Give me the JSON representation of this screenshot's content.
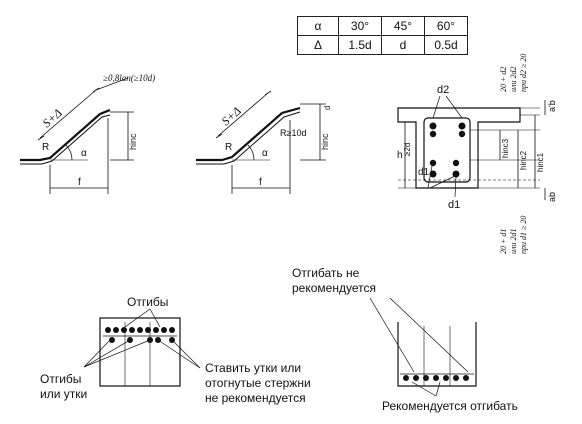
{
  "table": {
    "row1": [
      "α",
      "30°",
      "45°",
      "60°"
    ],
    "row2": [
      "Δ",
      "1.5d",
      "d",
      "0.5d"
    ]
  },
  "bend1": {
    "slant_label": "S+Δ",
    "anchor_label": "≥0,8lan(≥10d)",
    "radius_label": "R",
    "angle_label": "α",
    "height_label": "hinc",
    "span_label": "f"
  },
  "bend2": {
    "slant_label": "S+Δ",
    "radius_label": "R≥10d",
    "d_label": "d",
    "radius_small": "R",
    "angle_label": "α",
    "height_label": "hinc",
    "span_label": "f"
  },
  "section": {
    "d2_label": "d2",
    "d1_label": "d1",
    "d1_lower": "d1",
    "h_label": "h",
    "gap_label": "≥2d",
    "a_top": "a'b",
    "a_bot": "ab",
    "hinc1": "hinc1",
    "hinc2": "hinc2",
    "hinc3": "hinc3",
    "note_top": [
      "20 + d2",
      "или 2d2",
      "при d2 ≥ 20"
    ],
    "note_bot": [
      "20 + d1",
      "или 2d1",
      "при d1 ≥ 20"
    ]
  },
  "detail_left": {
    "top_label": "Отгибы",
    "left_label": [
      "Отгибы",
      "или утки"
    ],
    "right_label": [
      "Ставить утки или",
      "отогнутые стержни",
      "не рекомендуется"
    ]
  },
  "detail_right": {
    "top_label": [
      "Отгибать не",
      "рекомендуется"
    ],
    "bottom_label": "Рекомендуется отгибать"
  }
}
